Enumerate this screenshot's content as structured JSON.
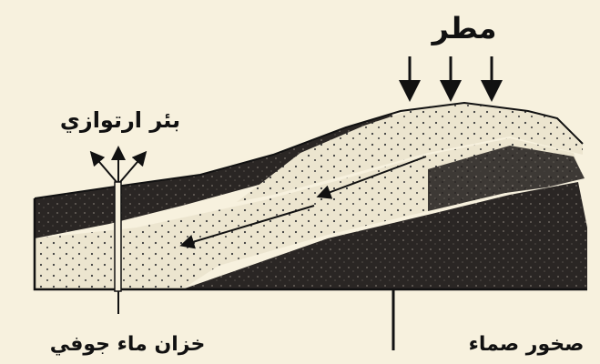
{
  "labels": {
    "rain": "مطر",
    "artesian_well": "بئر ارتوازي",
    "aquifer": "خزان ماء جوفي",
    "impermeable_rock": "صخور صماء"
  },
  "colors": {
    "paper": "#f7f1de",
    "ink": "#111111",
    "dark_layer": "#2a2624",
    "light_layer": "#ece5cf",
    "dots": "#3a3a3a"
  }
}
